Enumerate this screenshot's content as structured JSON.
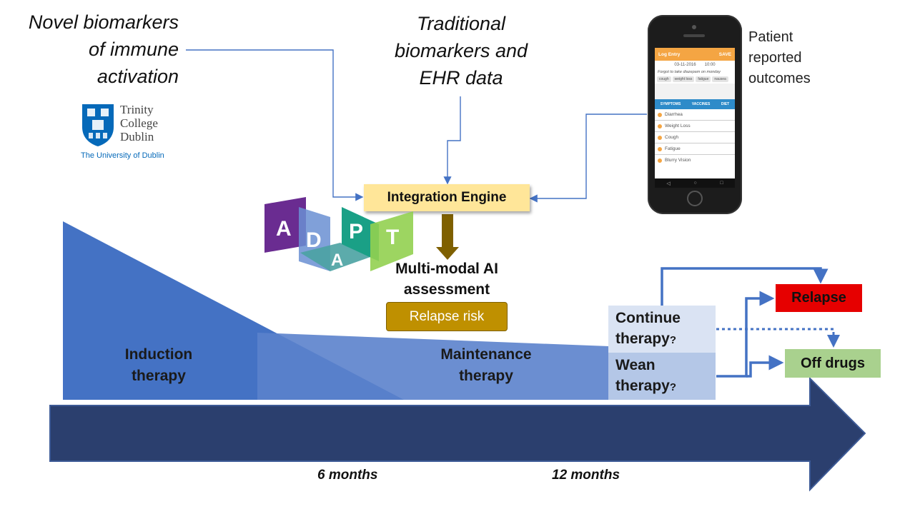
{
  "sources": {
    "novel_biomarkers": [
      "Novel biomarkers",
      "of immune",
      "activation"
    ],
    "traditional": [
      "Traditional",
      "biomarkers and",
      "EHR data"
    ],
    "patient_reported": [
      "Patient",
      "reported",
      "outcomes"
    ]
  },
  "tcd_logo": {
    "name_lines": [
      "Trinity",
      "College",
      "Dublin"
    ],
    "tagline": "The University of Dublin"
  },
  "integration_engine": "Integration Engine",
  "multimodal": [
    "Multi-modal AI",
    "assessment"
  ],
  "relapse_risk": "Relapse risk",
  "adapt_letters": [
    "A",
    "D",
    "A",
    "P",
    "T"
  ],
  "phases": {
    "induction": [
      "Induction",
      "therapy"
    ],
    "maintenance": [
      "Maintenance",
      "therapy"
    ]
  },
  "decisions": {
    "continue": [
      "Continue",
      "therapy?"
    ],
    "wean": [
      "Wean",
      "therapy?"
    ]
  },
  "outcomes": {
    "relapse": "Relapse",
    "off_drugs": "Off drugs"
  },
  "timeline": [
    "6 months",
    "12 months"
  ],
  "phone": {
    "header_title": "Log Entry",
    "header_action": "SAVE",
    "date": "03-11-2016",
    "time": "10:00",
    "note": "Forgot to take diazepam on monday",
    "tags": [
      "cough",
      "weight loss",
      "fatigue",
      "nausea"
    ],
    "tabs": [
      "SYMPTOMS",
      "VACCINES",
      "DIET"
    ],
    "symptoms": [
      "Diarrhea",
      "Weight Loss",
      "Cough",
      "Fatigue",
      "Blurry Vision"
    ]
  },
  "colors": {
    "induction": "#4472c4",
    "maintenance": "#6a8fd2",
    "timeline_arrow": "#2b3f6e",
    "relapse_box": "#e60000",
    "off_drugs_box": "#a9d18e",
    "engine_box": "#ffe699",
    "relapse_risk_box": "#bf9000",
    "continue_box": "#dae3f3",
    "wean_box": "#b4c7e7",
    "connector": "#4472c4",
    "tcd_blue": "#0569b9",
    "phone_header": "#f4a543"
  }
}
